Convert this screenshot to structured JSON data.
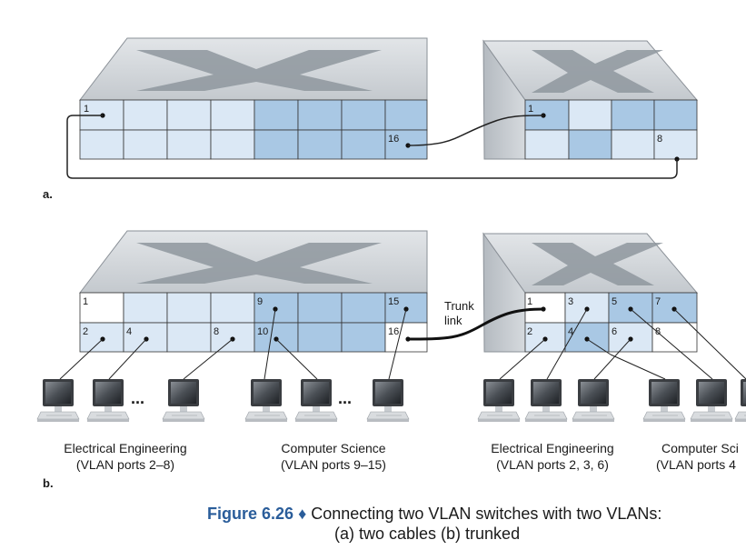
{
  "part_a": {
    "label": "a.",
    "left_switch_ports": {
      "p1": "1",
      "p16": "16"
    },
    "right_switch_ports": {
      "p1": "1",
      "p8": "8"
    }
  },
  "part_b": {
    "label": "b.",
    "trunk_label_line1": "Trunk",
    "trunk_label_line2": "link",
    "left_switch_ports": [
      "1",
      "9",
      "15",
      "2",
      "4",
      "8",
      "10",
      "16"
    ],
    "right_switch_ports": [
      "1",
      "3",
      "5",
      "7",
      "2",
      "4",
      "6",
      "8"
    ],
    "dots": "...",
    "groups": [
      {
        "name": "Electrical Engineering",
        "ports": "(VLAN ports 2–8)"
      },
      {
        "name": "Computer Science",
        "ports": "(VLAN ports 9–15)"
      },
      {
        "name": "Electrical Engineering",
        "ports": "(VLAN ports 2, 3, 6)"
      },
      {
        "name": "Computer Sci",
        "ports": "(VLAN ports 4"
      }
    ]
  },
  "caption": {
    "figure_number": "Figure 6.26",
    "diamond": "♦",
    "line1": "Connecting two VLAN switches with two VLANs:",
    "line2": "(a) two cables (b) trunked"
  },
  "colors": {
    "ee_port": "#dbe8f5",
    "cs_port": "#a9c8e4",
    "switch_top": "#cfd3d8",
    "switch_side": "#9aa1a8",
    "x_shape": "#8e969e"
  }
}
